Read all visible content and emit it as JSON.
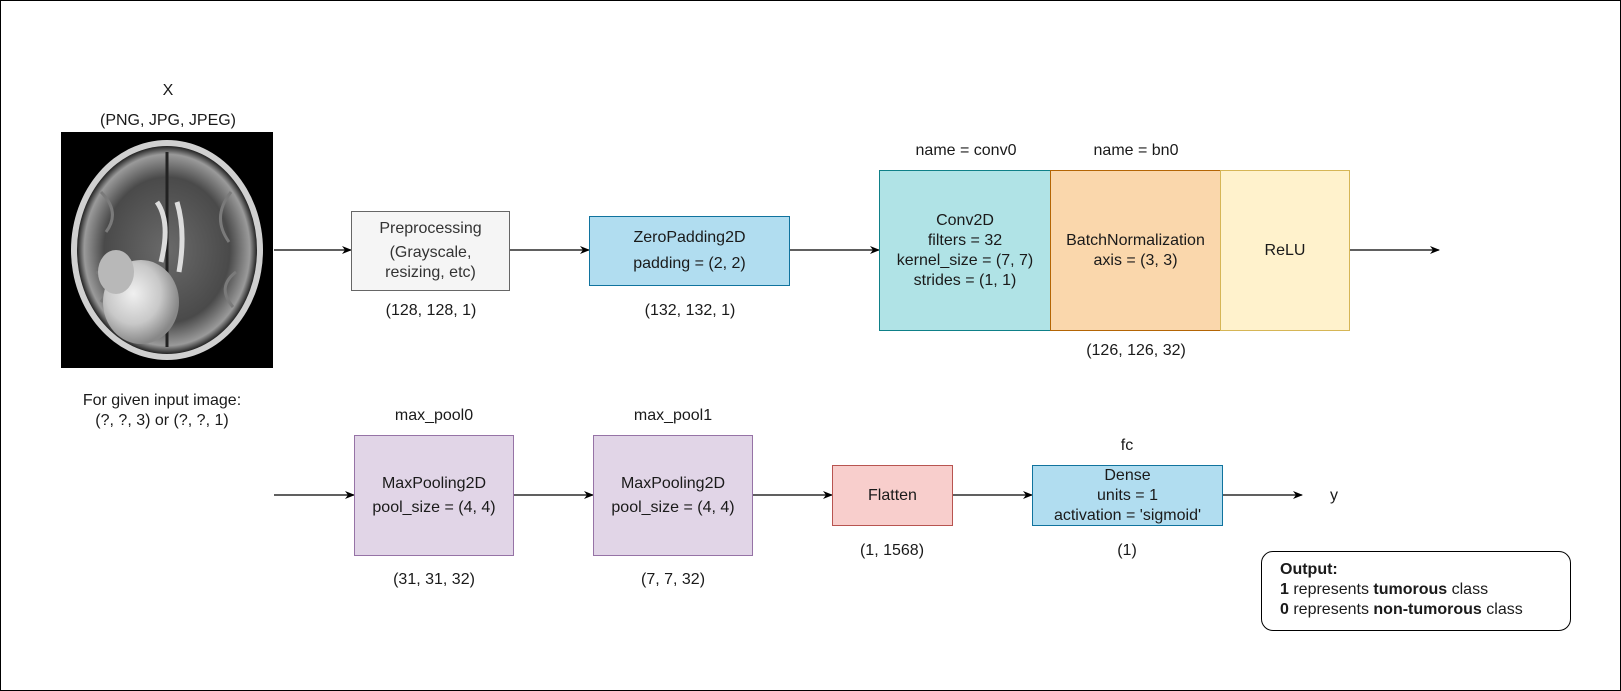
{
  "input": {
    "name": "X",
    "formats": "(PNG, JPG, JPEG)",
    "note_line1": "For given input image:",
    "note_line2": "(?, ?, 3) or (?, ?, 1)"
  },
  "preprocessing": {
    "line1": "Preprocessing",
    "line2": "(Grayscale,",
    "line3": "resizing, etc)",
    "shape": "(128, 128, 1)"
  },
  "zeropad": {
    "line1": "ZeroPadding2D",
    "line2": "padding = (2, 2)",
    "shape": "(132, 132, 1)"
  },
  "conv": {
    "name": "name = conv0",
    "line1": "Conv2D",
    "line2": "filters = 32",
    "line3": "kernel_size = (7, 7)",
    "line4": "strides = (1, 1)"
  },
  "bn": {
    "name": "name = bn0",
    "line1": "BatchNormalization",
    "line2": "axis = (3, 3)"
  },
  "relu": {
    "label": "ReLU"
  },
  "conv_block_shape": "(126, 126, 32)",
  "pool0": {
    "name": "max_pool0",
    "line1": "MaxPooling2D",
    "line2": "pool_size = (4, 4)",
    "shape": "(31, 31, 32)"
  },
  "pool1": {
    "name": "max_pool1",
    "line1": "MaxPooling2D",
    "line2": "pool_size = (4, 4)",
    "shape": "(7, 7, 32)"
  },
  "flatten": {
    "label": "Flatten",
    "shape": "(1, 1568)"
  },
  "dense": {
    "name": "fc",
    "line1": "Dense",
    "line2": "units = 1",
    "line3": "activation = 'sigmoid'",
    "shape": "(1)"
  },
  "output_y": "y",
  "output_legend": {
    "title": "Output:",
    "row1_num": "1",
    "row1_mid": " represents ",
    "row1_bold": "tumorous",
    "row1_end": " class",
    "row2_num": "0",
    "row2_mid": " represents ",
    "row2_bold": "non-tumorous",
    "row2_end": " class"
  },
  "colors": {
    "preprocessing": "#f5f5f5",
    "zeropad": "#b1ddf0",
    "conv": "#b0e3e6",
    "bn": "#fad7ac",
    "relu": "#fff2cc",
    "pool": "#e1d5e7",
    "flatten": "#f8cecc",
    "dense": "#b1ddf0"
  }
}
